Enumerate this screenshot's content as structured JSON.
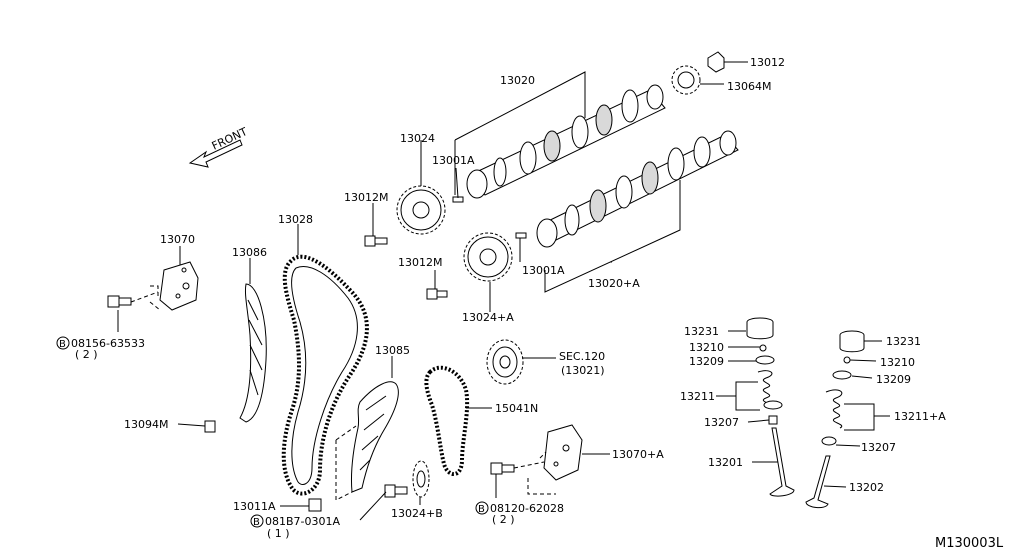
{
  "front_label": "FRONT",
  "figure_id": "M130003L",
  "parts": {
    "p13012": "13012",
    "p13064M": "13064M",
    "p13020": "13020",
    "p13024": "13024",
    "p13001A_top": "13001A",
    "p13012M_top": "13012M",
    "p13012M_mid": "13012M",
    "p13001A_bot": "13001A",
    "p13020A": "13020+A",
    "p13024A": "13024+A",
    "p13028": "13028",
    "p13070": "13070",
    "p13086": "13086",
    "bolt_08156": "08156-63533",
    "bolt_08156_qty": "( 2 )",
    "p13094M": "13094M",
    "p13085": "13085",
    "sec120": "SEC.120",
    "sec120_sub": "(13021)",
    "p15041N": "15041N",
    "p13070A": "13070+A",
    "p13011A": "13011A",
    "bolt_081B7": "081B7-0301A",
    "bolt_081B7_qty": "( 1 )",
    "p13024B": "13024+B",
    "bolt_08120": "08120-62028",
    "bolt_08120_qty": "( 2 )",
    "p13231_l": "13231",
    "p13210_l": "13210",
    "p13209_l": "13209",
    "p13211": "13211",
    "p13207_l": "13207",
    "p13201": "13201",
    "p13231_r": "13231",
    "p13210_r": "13210",
    "p13209_r": "13209",
    "p13211A": "13211+A",
    "p13207_r": "13207",
    "p13202": "13202",
    "bolt_prefix": "B"
  }
}
